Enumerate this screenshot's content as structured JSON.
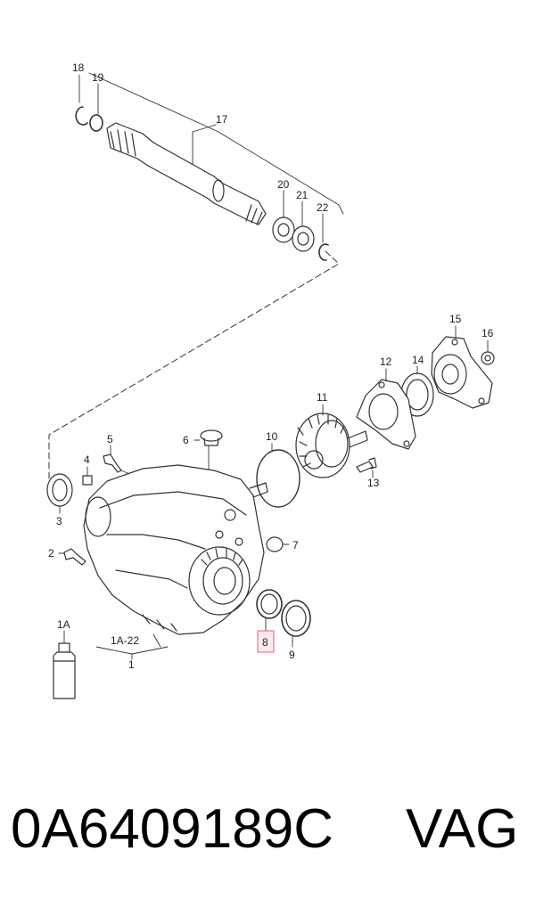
{
  "diagram": {
    "callouts": {
      "c18": "18",
      "c19": "19",
      "c17": "17",
      "c20": "20",
      "c21": "21",
      "c22": "22",
      "c15": "15",
      "c16": "16",
      "c12": "12",
      "c14": "14",
      "c11": "11",
      "c6": "6",
      "c10": "10",
      "c5": "5",
      "c4": "4",
      "c13": "13",
      "c3": "3",
      "c7": "7",
      "c2": "2",
      "c8": "8",
      "c9": "9",
      "c1A": "1A",
      "c1A22": "1A-22",
      "c1": "1"
    },
    "highlight_color": "#e87a8a"
  },
  "footer": {
    "part_number": "0A6409189C",
    "brand": "VAG"
  }
}
